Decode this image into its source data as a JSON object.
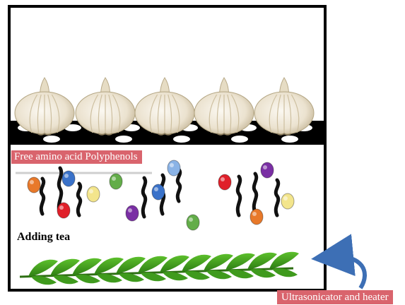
{
  "labels": {
    "free_amino_polyphenols": "Free amino acid  Polyphenols",
    "adding_tea": "Adding tea",
    "ultrasonicator_heater": "Ultrasonicator and heater"
  },
  "colors": {
    "frame": "#000000",
    "label_bg": "#d9646d",
    "garlic_body": "#ece3d2",
    "leaf": "#3e9a1e",
    "arrow": "#3d6fb5",
    "orange": "#e8792a",
    "blue": "#3a72c9",
    "red": "#e0202a",
    "yellow": "#f3e58c",
    "green": "#63ad49",
    "purple": "#7a2fa4",
    "light_blue": "#8ab3e6"
  },
  "garlic_bulbs": 5,
  "leaf_count": 12
}
